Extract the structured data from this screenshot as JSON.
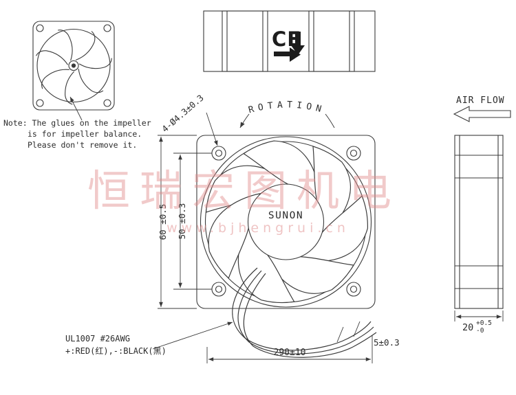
{
  "watermark": {
    "brand": "恒瑞宏图机电",
    "url": "www.bjhengrui.cn"
  },
  "note": {
    "line1": "Note: The glues on the impeller",
    "line2": "is for impeller balance.",
    "line3": "Please don't remove it."
  },
  "top_view": {
    "ce": "CE"
  },
  "front_view": {
    "rotation": "ROTATION",
    "brand": "SUNON",
    "dim_size": "60 ±0.5",
    "dim_holes": "50 ±0.3",
    "dim_hole_dia": "4-Ø4.3±0.3"
  },
  "side_view_right": {
    "airflow": "AIR FLOW",
    "dim_depth": "20",
    "tol_up": "+0.5",
    "tol_dn": "-0"
  },
  "wires": {
    "spec1": "UL1007  #26AWG",
    "spec2": "+:RED(红),-:BLACK(黑)",
    "dim_tip": "5±0.3",
    "dim_length": "290±10"
  }
}
